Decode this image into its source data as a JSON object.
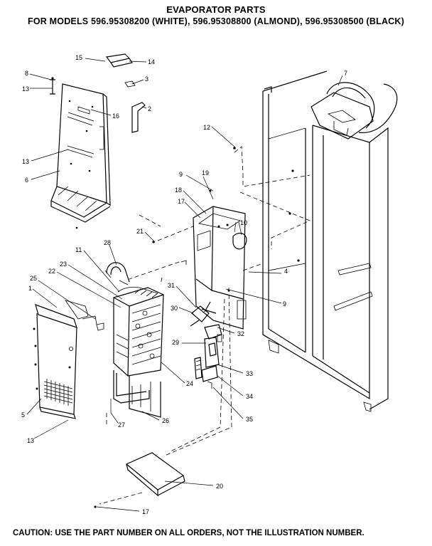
{
  "header": {
    "title": "EVAPORATOR PARTS",
    "subtitle": "FOR MODELS 596.95308200 (WHITE), 596.95308800 (ALMOND), 596.95308500 (BLACK)"
  },
  "footer": {
    "caution_label": "CAUTION:",
    "caution_text": "USE THE PART NUMBER ON ALL ORDERS, NOT THE ILLUSTRATION NUMBER."
  },
  "callouts": {
    "c15": "15",
    "c14": "14",
    "c8": "8",
    "c3": "3",
    "c13a": "13",
    "c16": "16",
    "c2": "2",
    "c13b": "13",
    "c6": "6",
    "c7": "7",
    "c12": "12",
    "c9a": "9",
    "c19": "19",
    "c18": "18",
    "c17a": "17",
    "c10": "10",
    "c21": "21",
    "c28": "28",
    "c11": "11",
    "c23": "23",
    "c22": "22",
    "c25": "25",
    "c1": "1",
    "c31": "31",
    "c4": "4",
    "c9b": "9",
    "c30": "30",
    "c32": "32",
    "c29": "29",
    "c33": "33",
    "c24": "24",
    "c34": "34",
    "c35": "35",
    "c5": "5",
    "c27": "27",
    "c26": "26",
    "c13c": "13",
    "c20": "20",
    "c17b": "17"
  }
}
